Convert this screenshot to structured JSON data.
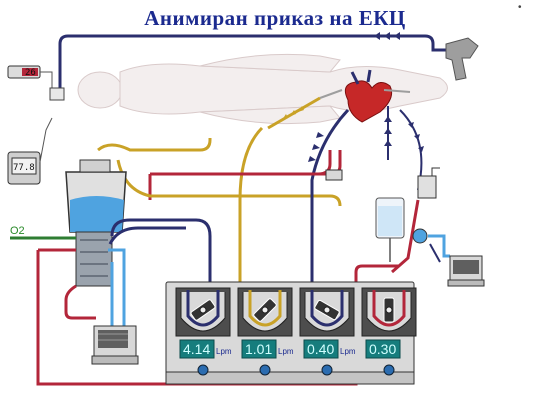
{
  "title": "Анимиран приказ на ЕКЦ",
  "corner_mark": "•",
  "oxygen_label": "O2",
  "temp_display": "77.8",
  "small_display": "26",
  "pumps": [
    {
      "flow": "4.14",
      "unit": "Lpm"
    },
    {
      "flow": "1.01",
      "unit": "Lpm"
    },
    {
      "flow": "0.40",
      "unit": "Lpm"
    },
    {
      "flow": "0.30",
      "unit": ""
    }
  ],
  "colors": {
    "venous": "#2b2f6e",
    "arterial": "#b3263a",
    "cardioplegia": "#c9a227",
    "water": "#4fa3e0",
    "gas": "#2e7d32",
    "lcd_bg": "#167d7d",
    "console": "#d9d9d9"
  }
}
